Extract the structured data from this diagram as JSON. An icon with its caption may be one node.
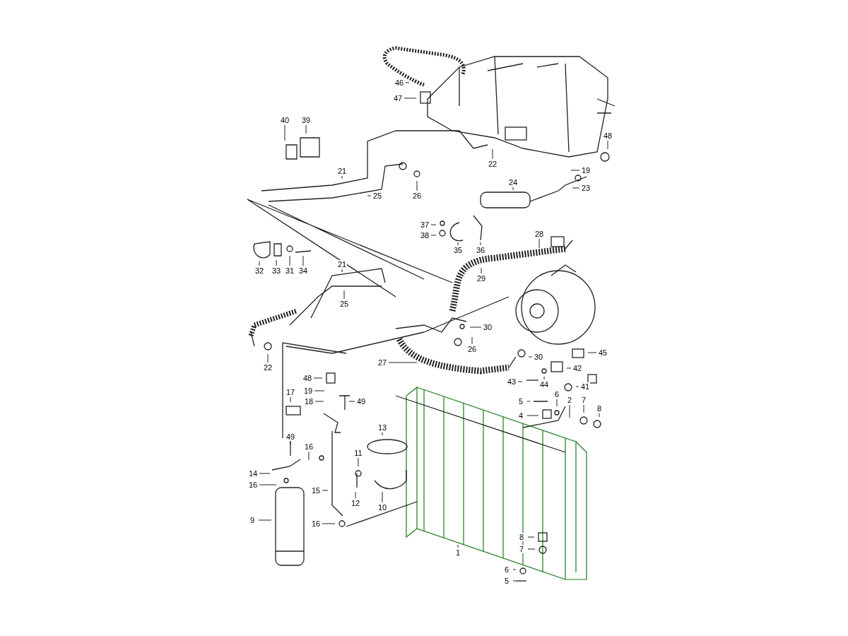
{
  "diagram": {
    "nodes": [
      {
        "text": [
          "46"
        ]
      },
      {
        "text": [
          "47"
        ]
      },
      {
        "text": [
          "40"
        ]
      },
      {
        "text": [
          "39"
        ]
      },
      {
        "text": [
          "48"
        ]
      },
      {
        "text": [
          "21"
        ]
      },
      {
        "text": [
          "22"
        ]
      },
      {
        "text": [
          "19"
        ]
      },
      {
        "text": [
          "26"
        ]
      },
      {
        "text": [
          "25"
        ]
      },
      {
        "text": [
          "24"
        ]
      },
      {
        "text": [
          "23"
        ]
      },
      {
        "text": [
          "37"
        ]
      },
      {
        "text": [
          "38"
        ]
      },
      {
        "text": [
          "35"
        ]
      },
      {
        "text": [
          "36"
        ]
      },
      {
        "text": [
          "28"
        ]
      },
      {
        "text": [
          "32"
        ]
      },
      {
        "text": [
          "33"
        ]
      },
      {
        "text": [
          "31"
        ]
      },
      {
        "text": [
          "34"
        ]
      },
      {
        "text": [
          "29"
        ]
      },
      {
        "text": [
          "21"
        ]
      },
      {
        "text": [
          "25"
        ]
      },
      {
        "text": [
          "30"
        ]
      },
      {
        "text": [
          "26"
        ]
      },
      {
        "text": [
          "22"
        ]
      },
      {
        "text": [
          "30"
        ]
      },
      {
        "text": [
          "45"
        ]
      },
      {
        "text": [
          "27"
        ]
      },
      {
        "text": [
          "42"
        ]
      },
      {
        "text": [
          "43"
        ]
      },
      {
        "text": [
          "44"
        ]
      },
      {
        "text": [
          "41"
        ]
      },
      {
        "text": [
          "48"
        ]
      },
      {
        "text": [
          "19"
        ]
      },
      {
        "text": [
          "17"
        ]
      },
      {
        "text": [
          "18"
        ]
      },
      {
        "text": [
          "49"
        ]
      },
      {
        "text": [
          "6"
        ]
      },
      {
        "text": [
          "2"
        ]
      },
      {
        "text": [
          "5"
        ]
      },
      {
        "text": [
          "7"
        ]
      },
      {
        "text": [
          "4"
        ]
      },
      {
        "text": [
          "8"
        ]
      },
      {
        "text": [
          "13"
        ]
      },
      {
        "text": [
          "49"
        ]
      },
      {
        "text": [
          "16"
        ]
      },
      {
        "text": [
          "11"
        ]
      },
      {
        "text": [
          "14"
        ]
      },
      {
        "text": [
          "16"
        ]
      },
      {
        "text": [
          "15"
        ]
      },
      {
        "text": [
          "12"
        ]
      },
      {
        "text": [
          "10"
        ]
      },
      {
        "text": [
          "9"
        ]
      },
      {
        "text": [
          "16"
        ]
      },
      {
        "text": [
          "1"
        ]
      },
      {
        "text": [
          "8"
        ]
      },
      {
        "text": [
          "7"
        ]
      },
      {
        "text": [
          "6"
        ]
      },
      {
        "text": [
          "5"
        ]
      }
    ],
    "edges": [
      {
        "from": 0,
        "to": null,
        "arrow": "none"
      },
      {
        "from": 1,
        "to": null,
        "arrow": "none"
      },
      {
        "from": 2,
        "to": null,
        "arrow": "none"
      },
      {
        "from": 3,
        "to": null,
        "arrow": "none"
      },
      {
        "from": 4,
        "to": null,
        "arrow": "none"
      },
      {
        "from": 5,
        "to": null,
        "arrow": "none"
      },
      {
        "from": 6,
        "to": null,
        "arrow": "none"
      },
      {
        "from": 7,
        "to": null,
        "arrow": "none"
      },
      {
        "from": 8,
        "to": null,
        "arrow": "none"
      },
      {
        "from": 9,
        "to": null,
        "arrow": "none"
      },
      {
        "from": 10,
        "to": null,
        "arrow": "none"
      },
      {
        "from": 11,
        "to": null,
        "arrow": "none"
      },
      {
        "from": 12,
        "to": null,
        "arrow": "none"
      },
      {
        "from": 13,
        "to": null,
        "arrow": "none"
      },
      {
        "from": 14,
        "to": null,
        "arrow": "none"
      },
      {
        "from": 15,
        "to": null,
        "arrow": "none"
      },
      {
        "from": 16,
        "to": null,
        "arrow": "none"
      },
      {
        "from": 17,
        "to": null,
        "arrow": "none"
      },
      {
        "from": 18,
        "to": null,
        "arrow": "none"
      },
      {
        "from": 19,
        "to": null,
        "arrow": "none"
      },
      {
        "from": 20,
        "to": null,
        "arrow": "none"
      },
      {
        "from": 21,
        "to": null,
        "arrow": "none"
      },
      {
        "from": 22,
        "to": null,
        "arrow": "none"
      },
      {
        "from": 23,
        "to": null,
        "arrow": "none"
      },
      {
        "from": 24,
        "to": null,
        "arrow": "none"
      },
      {
        "from": 25,
        "to": null,
        "arrow": "none"
      },
      {
        "from": 26,
        "to": null,
        "arrow": "none"
      },
      {
        "from": 27,
        "to": null,
        "arrow": "none"
      },
      {
        "from": 28,
        "to": null,
        "arrow": "none"
      },
      {
        "from": 29,
        "to": null,
        "arrow": "none"
      },
      {
        "from": 30,
        "to": null,
        "arrow": "none"
      },
      {
        "from": 31,
        "to": null,
        "arrow": "none"
      },
      {
        "from": 32,
        "to": null,
        "arrow": "none"
      },
      {
        "from": 33,
        "to": null,
        "arrow": "none"
      },
      {
        "from": 34,
        "to": null,
        "arrow": "none"
      },
      {
        "from": 35,
        "to": null,
        "arrow": "none"
      },
      {
        "from": 36,
        "to": null,
        "arrow": "none"
      },
      {
        "from": 37,
        "to": null,
        "arrow": "none"
      },
      {
        "from": 38,
        "to": null,
        "arrow": "none"
      },
      {
        "from": 39,
        "to": null,
        "arrow": "none"
      },
      {
        "from": 40,
        "to": null,
        "arrow": "none"
      },
      {
        "from": 41,
        "to": null,
        "arrow": "none"
      },
      {
        "from": 42,
        "to": null,
        "arrow": "none"
      },
      {
        "from": 43,
        "to": null,
        "arrow": "none"
      },
      {
        "from": 44,
        "to": null,
        "arrow": "none"
      },
      {
        "from": 45,
        "to": null,
        "arrow": "none"
      },
      {
        "from": 46,
        "to": null,
        "arrow": "none"
      },
      {
        "from": 47,
        "to": null,
        "arrow": "none"
      },
      {
        "from": 48,
        "to": null,
        "arrow": "none"
      },
      {
        "from": 49,
        "to": null,
        "arrow": "none"
      },
      {
        "from": 50,
        "to": null,
        "arrow": "none"
      },
      {
        "from": 51,
        "to": null,
        "arrow": "none"
      },
      {
        "from": 52,
        "to": null,
        "arrow": "none"
      },
      {
        "from": 53,
        "to": null,
        "arrow": "none"
      },
      {
        "from": 54,
        "to": null,
        "arrow": "none"
      },
      {
        "from": 55,
        "to": null,
        "arrow": "none"
      },
      {
        "from": 56,
        "to": null,
        "arrow": "none"
      },
      {
        "from": 57,
        "to": null,
        "arrow": "none"
      },
      {
        "from": 58,
        "to": null,
        "arrow": "none"
      },
      {
        "from": 59,
        "to": null,
        "arrow": "none"
      },
      {
        "from": 60,
        "to": null,
        "arrow": "none"
      }
    ]
  }
}
